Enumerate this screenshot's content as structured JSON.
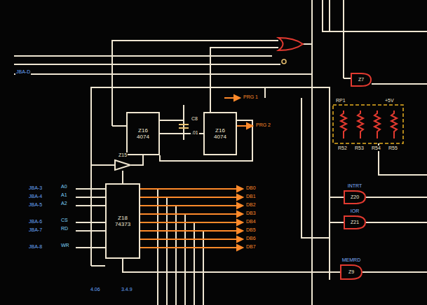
{
  "diagram": {
    "nodes": [
      {
        "text": [
          "Z16",
          "4074"
        ]
      },
      {
        "text": [
          "Z16",
          "4074"
        ]
      },
      {
        "text": [
          "Z15"
        ]
      },
      {
        "text": [
          "Z18",
          "74373"
        ]
      },
      {
        "text": [
          "Z7"
        ]
      },
      {
        "text": [
          "INTRT",
          "Z20"
        ]
      },
      {
        "text": [
          "IOR",
          "Z21"
        ]
      },
      {
        "text": [
          "MEMRD",
          "Z9"
        ]
      }
    ],
    "edges": [
      {
        "from": 2,
        "to": 0,
        "arrow": "none"
      },
      {
        "from": 0,
        "to": 1,
        "arrow": "none"
      },
      {
        "from": 2,
        "to": 3,
        "arrow": "none"
      },
      {
        "from": 3,
        "to": 7,
        "arrow": "none"
      }
    ],
    "labels": [
      "JBA-D",
      "JBA-3",
      "JBA-4",
      "JBA-5",
      "JBA-6",
      "JBA-7",
      "JBA-8",
      "A0",
      "A1",
      "A2",
      "CS",
      "RD",
      "WR",
      "DB0",
      "DB1",
      "DB2",
      "DB3",
      "DB4",
      "DB5",
      "DB6",
      "DB7",
      "PRG 1",
      "PRG 2",
      "C8",
      ".01",
      "RP1",
      "+5V",
      "R52",
      "R53",
      "R54",
      "R55",
      "4.06",
      "3.4.9"
    ]
  }
}
